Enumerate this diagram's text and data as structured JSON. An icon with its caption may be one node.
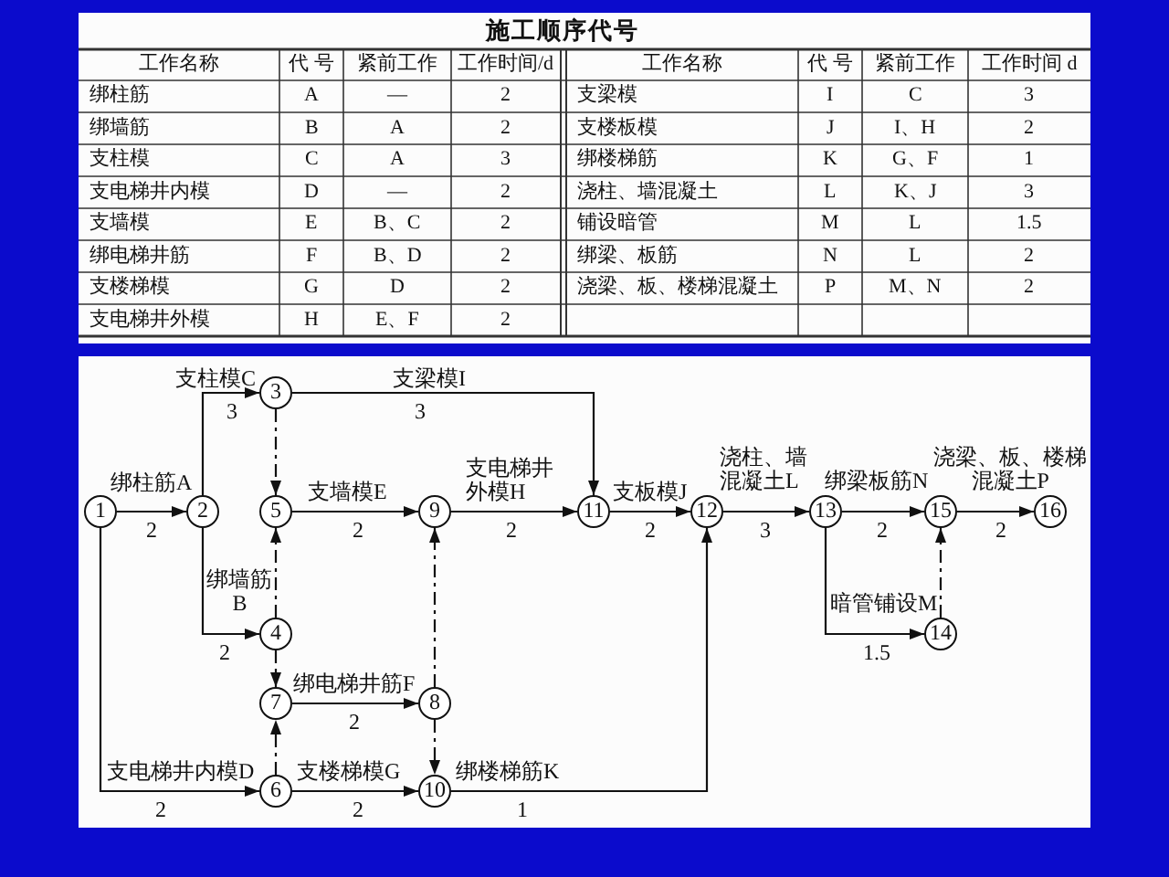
{
  "diagram": {
    "title": "施工顺序代号",
    "nodes": [
      {
        "text": [
          "1"
        ]
      },
      {
        "text": [
          "2"
        ]
      },
      {
        "text": [
          "3"
        ]
      },
      {
        "text": [
          "4"
        ]
      },
      {
        "text": [
          "5"
        ]
      },
      {
        "text": [
          "6"
        ]
      },
      {
        "text": [
          "7"
        ]
      },
      {
        "text": [
          "8"
        ]
      },
      {
        "text": [
          "9"
        ]
      },
      {
        "text": [
          "10"
        ]
      },
      {
        "text": [
          "11"
        ]
      },
      {
        "text": [
          "12"
        ]
      },
      {
        "text": [
          "13"
        ]
      },
      {
        "text": [
          "14"
        ]
      },
      {
        "text": [
          "15"
        ]
      },
      {
        "text": [
          "16"
        ]
      }
    ],
    "edges": [
      {
        "from": 0,
        "to": 1,
        "arrow": "to",
        "label": "绑柱筋A"
      },
      {
        "from": 1,
        "to": 2,
        "arrow": "to",
        "label": "支柱模C"
      },
      {
        "from": 1,
        "to": 3,
        "arrow": "to",
        "label": "绑墙筋B"
      },
      {
        "from": 0,
        "to": 5,
        "arrow": "to",
        "label": "支电梯井内模D"
      },
      {
        "from": 2,
        "to": 4,
        "arrow": "to",
        "style": "dashed"
      },
      {
        "from": 2,
        "to": 10,
        "arrow": "to",
        "label": "支梁模I"
      },
      {
        "from": 3,
        "to": 4,
        "arrow": "to",
        "style": "dashed"
      },
      {
        "from": 3,
        "to": 6,
        "arrow": "to",
        "style": "dashed"
      },
      {
        "from": 4,
        "to": 8,
        "arrow": "to",
        "label": "支墙模E"
      },
      {
        "from": 5,
        "to": 6,
        "arrow": "to",
        "style": "dashed"
      },
      {
        "from": 5,
        "to": 9,
        "arrow": "to",
        "label": "支楼梯模G"
      },
      {
        "from": 6,
        "to": 7,
        "arrow": "to",
        "label": "绑电梯井筋F"
      },
      {
        "from": 7,
        "to": 8,
        "arrow": "to",
        "style": "dashed"
      },
      {
        "from": 7,
        "to": 9,
        "arrow": "to",
        "style": "dashed"
      },
      {
        "from": 8,
        "to": 10,
        "arrow": "to",
        "label": "支电梯井外模H"
      },
      {
        "from": 9,
        "to": 11,
        "arrow": "to",
        "label": "绑楼梯筋K"
      },
      {
        "from": 10,
        "to": 11,
        "arrow": "to",
        "label": "支板模J"
      },
      {
        "from": 11,
        "to": 12,
        "arrow": "to",
        "label": "浇柱、墙混凝土L"
      },
      {
        "from": 12,
        "to": 13,
        "arrow": "to",
        "label": "暗管铺设M"
      },
      {
        "from": 12,
        "to": 14,
        "arrow": "to",
        "label": "绑梁板筋N"
      },
      {
        "from": 13,
        "to": 14,
        "arrow": "to",
        "style": "dashed"
      },
      {
        "from": 14,
        "to": 15,
        "arrow": "to",
        "label": "浇梁、板、楼梯混凝土P"
      }
    ],
    "labels": [
      "工作名称",
      "代 号",
      "紧前工作",
      "工作时间/d",
      "工作名称",
      "代 号",
      "紧前工作",
      "工作时间 d",
      "绑柱筋",
      "A",
      "—",
      "2",
      "支梁模",
      "I",
      "C",
      "3",
      "绑墙筋",
      "B",
      "A",
      "2",
      "支楼板模",
      "J",
      "I、H",
      "2",
      "支柱模",
      "C",
      "A",
      "3",
      "绑楼梯筋",
      "K",
      "G、F",
      "1",
      "支电梯井内模",
      "D",
      "—",
      "2",
      "浇柱、墙混凝土",
      "L",
      "K、J",
      "3",
      "支墙模",
      "E",
      "B、C",
      "2",
      "铺设暗管",
      "M",
      "L",
      "1.5",
      "绑电梯井筋",
      "F",
      "B、D",
      "2",
      "绑梁、板筋",
      "N",
      "L",
      "2",
      "支楼梯模",
      "G",
      "D",
      "2",
      "浇梁、板、楼梯混凝土",
      "P",
      "M、N",
      "2",
      "支电梯井外模",
      "H",
      "E、F",
      "2",
      "3",
      "3",
      "2",
      "2",
      "2",
      "2",
      "3",
      "2",
      "2",
      "2",
      "1.5",
      "2",
      "2",
      "2",
      "1"
    ]
  }
}
